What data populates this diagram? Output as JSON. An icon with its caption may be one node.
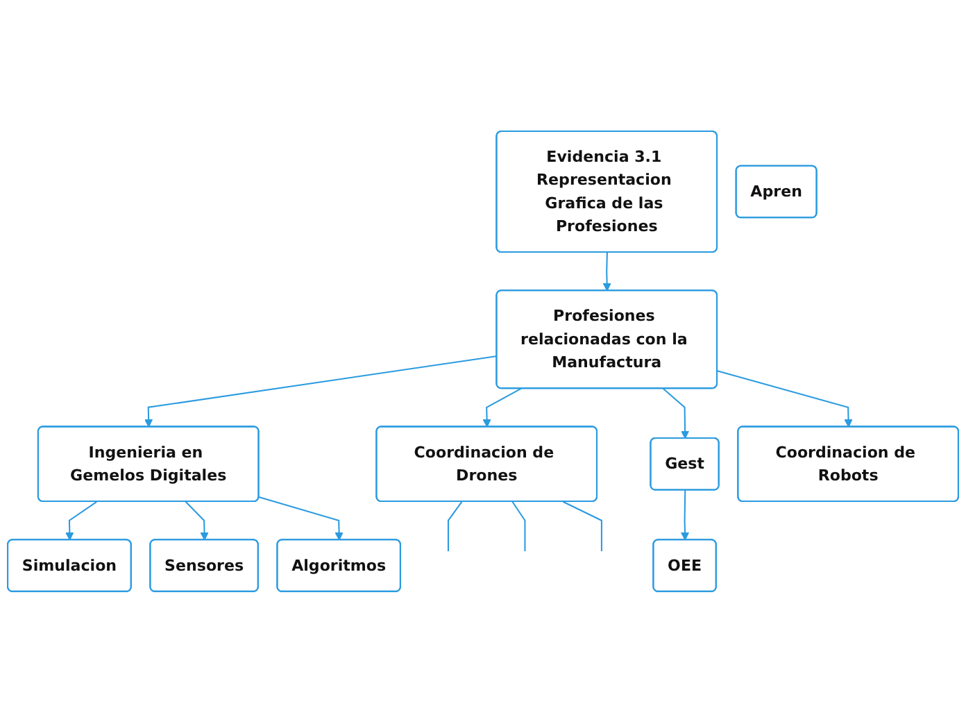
{
  "diagram": {
    "nodes": [
      {
        "text": [
          "Evidencia 3.1 Representacion Grafica de las Profesiones"
        ]
      },
      {
        "text": [
          "Profesiones relacionadas con la Manufactura"
        ]
      },
      {
        "text": [
          "Gest"
        ]
      },
      {
        "text": [
          "Ingenieria en Gemelos Digitales"
        ]
      },
      {
        "text": [
          "OEE"
        ]
      },
      {
        "text": [
          "Apren"
        ]
      },
      {
        "text": [
          "Simulacion"
        ]
      },
      {
        "text": [
          "Sensores"
        ]
      },
      {
        "text": [
          "Algoritmos"
        ]
      },
      {
        "text": [
          "Coordinacion de Drones"
        ]
      },
      {
        "text": [
          "Coordinacion de Robots"
        ]
      }
    ],
    "edges": [
      {
        "from": 0,
        "to": 1,
        "arrow": "to"
      },
      {
        "from": 1,
        "to": 3,
        "arrow": "to"
      },
      {
        "from": 1,
        "to": 10,
        "arrow": "to"
      },
      {
        "from": 1,
        "to": 9,
        "arrow": "to"
      },
      {
        "from": 1,
        "to": 2,
        "arrow": "to"
      },
      {
        "from": 3,
        "to": 6,
        "arrow": "to"
      },
      {
        "from": 3,
        "to": 7,
        "arrow": "to"
      },
      {
        "from": 3,
        "to": 8,
        "arrow": "to"
      },
      {
        "from": 2,
        "to": 4,
        "arrow": "to"
      },
      {
        "from": 9,
        "to": null,
        "arrow": "none"
      },
      {
        "from": 9,
        "to": null,
        "arrow": "none"
      },
      {
        "from": 9,
        "to": null,
        "arrow": "none"
      }
    ]
  }
}
